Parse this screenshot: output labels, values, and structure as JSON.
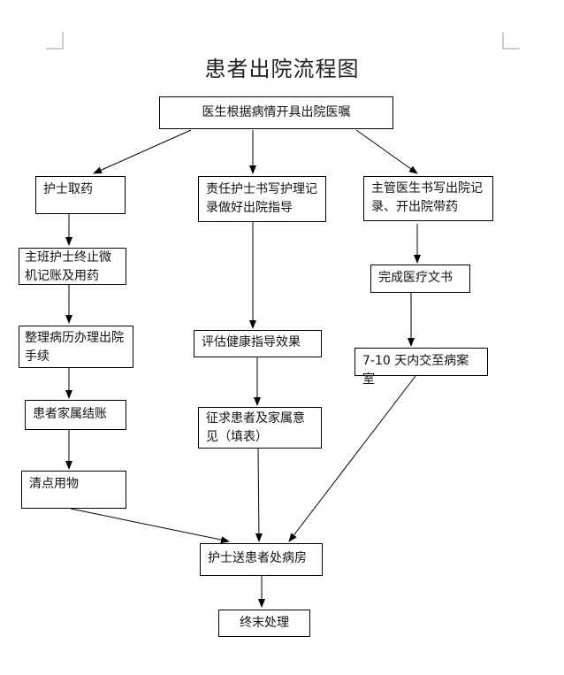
{
  "title": "患者出院流程图",
  "nodes": {
    "doctor_order": "医生根据病情开具出院医嘱",
    "nurse_fetch_medicine": "护士取药",
    "nurse_in_charge_stop_billing": "主班护士终止微机记账及用药",
    "organize_records": "整理病历办理出院手续",
    "family_settle": "患者家属结账",
    "count_items": "清点用物",
    "responsible_nurse_write": "责任护士书写护理记录做好出院指导",
    "evaluate_guidance": "评估健康指导效果",
    "collect_opinion": "征求患者及家属意见（填表）",
    "attending_doctor_write": "主管医生书写出院记录、开出院带药",
    "complete_documents": "完成医疗文书",
    "submit_records": "7-10 天内交至病案室",
    "nurse_escort": "护士送患者处病房",
    "final_process": "终末处理"
  }
}
